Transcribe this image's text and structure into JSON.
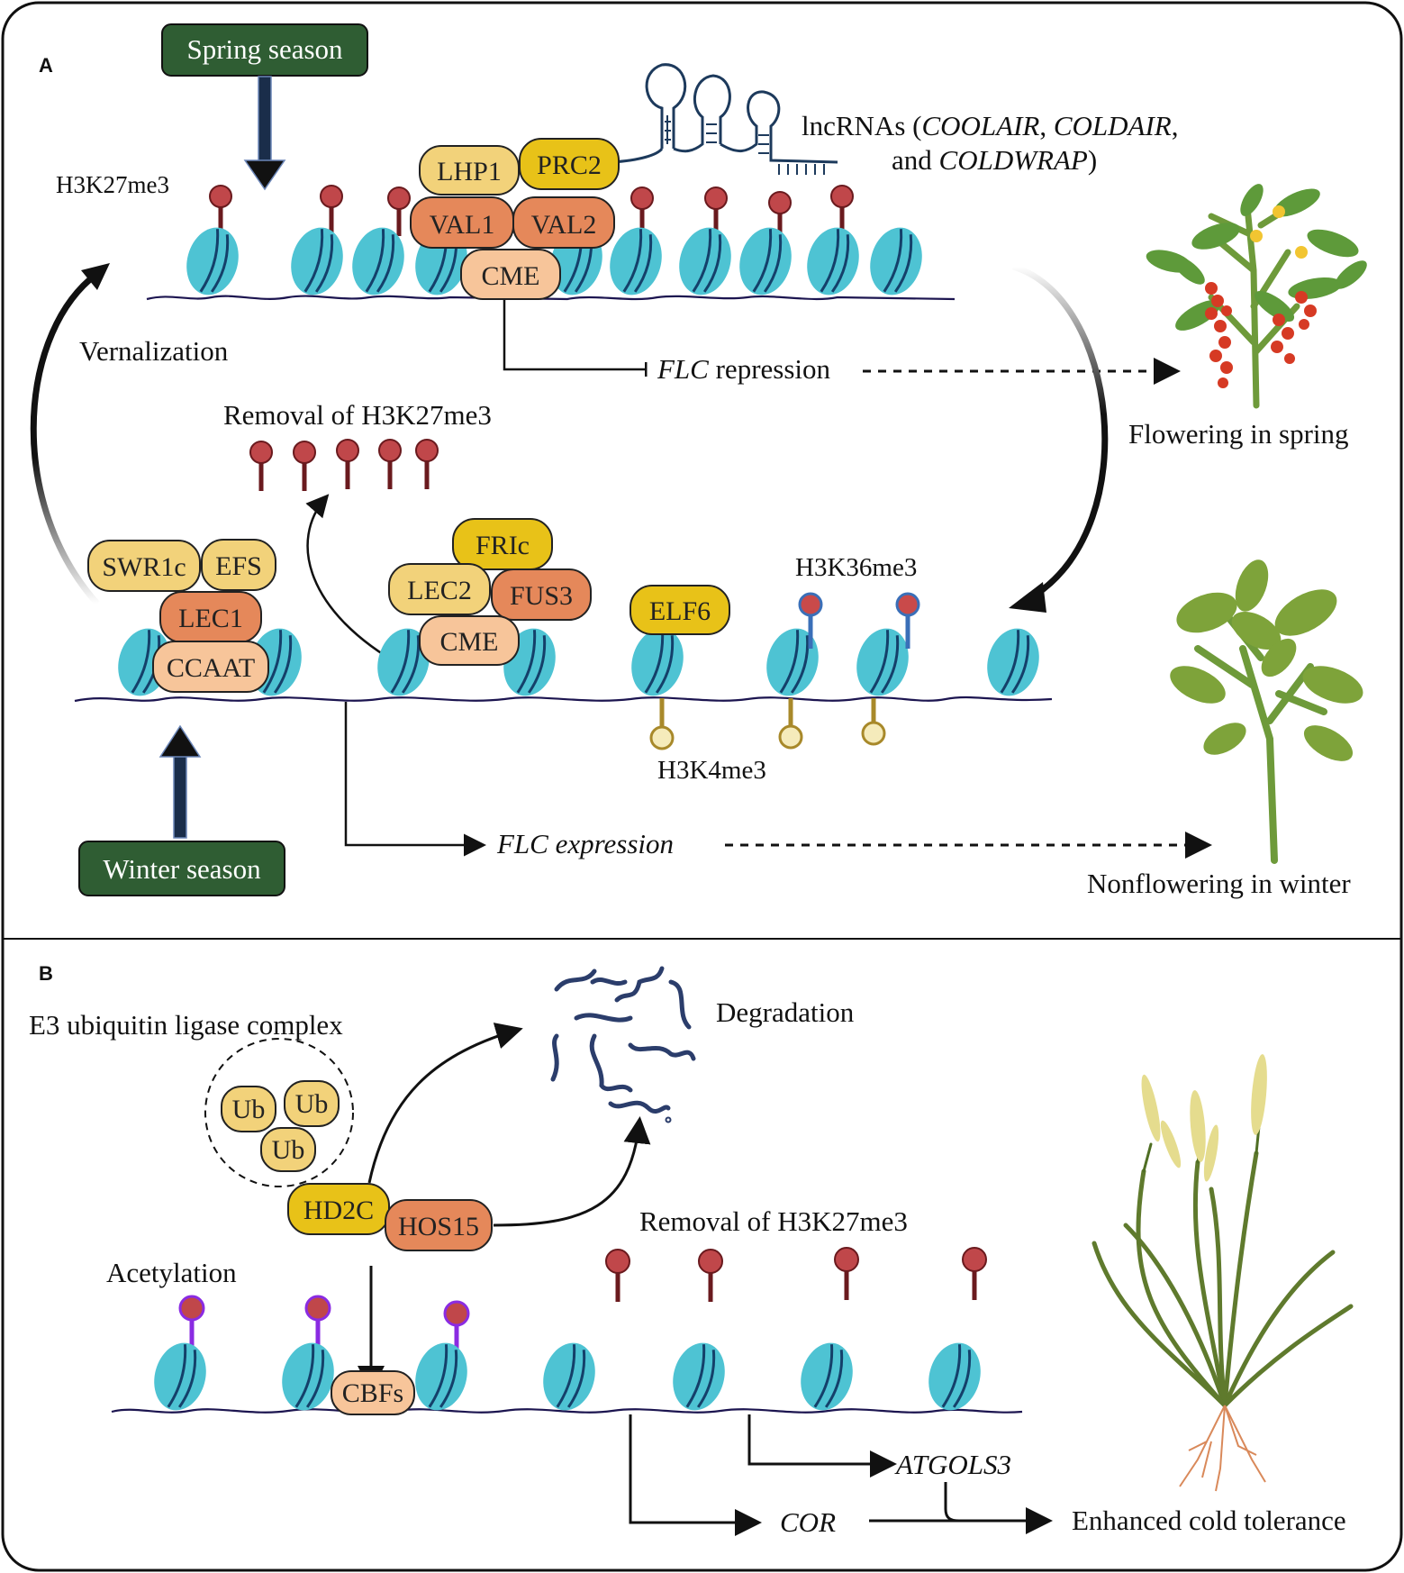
{
  "panels": {
    "a": "A",
    "b": "B"
  },
  "colors": {
    "nucleosome": "#4ec3d3",
    "nucleosome_stripe": "#14406a",
    "dna": "#1c1550",
    "h3k27me3": "#c0474a",
    "h3k27me3_stem": "#6a1a1e",
    "h3k36me3": "#c94a4a",
    "h3k36me3_stem": "#3a6fb8",
    "h3k4me3": "#f5ebbb",
    "h3k4me3_stem": "#a8892a",
    "acetyl": "#c0474a",
    "acetyl_stem": "#8a2be2",
    "season_box": "#2f5d33",
    "yellow": "#e8c218",
    "light_yellow": "#f2d27a",
    "orange": "#e5885a",
    "peach": "#f7c59a",
    "rna": "#1d3a5c",
    "degraded": "#2b3d6b"
  },
  "icons": [
    "flowering-tomato-plant-icon",
    "nonflowering-tomato-plant-icon",
    "wheat-plant-icon"
  ],
  "panel_a": {
    "spring_season": "Spring season",
    "winter_season": "Winter season",
    "h3k27me3": "H3K27me3",
    "lncrna_line1_prefix": "lncRNAs (",
    "lncrna_coolair": "COOLAIR",
    "lncrna_sep1": ", ",
    "lncrna_coldair": "COLDAIR",
    "lncrna_sep2": ",",
    "lncrna_line2_prefix": "and ",
    "lncrna_coldwrap": "COLDWRAP",
    "lncrna_line2_suffix": ")",
    "vernalization": "Vernalization",
    "flc_repression_gene": "FLC",
    "flc_repression_word": " repression",
    "removal_h3k27me3": "Removal of H3K27me3",
    "flowering_spring": "Flowering in spring",
    "h3k36me3": "H3K36me3",
    "h3k4me3": "H3K4me3",
    "flc_expression": "FLC expression",
    "nonflowering_winter": "Nonflowering in winter",
    "proteins": {
      "lhp1": "LHP1",
      "prc2": "PRC2",
      "val1": "VAL1",
      "val2": "VAL2",
      "cme_top": "CME",
      "swr1c": "SWR1c",
      "efs": "EFS",
      "lec1": "LEC1",
      "ccaat": "CCAAT",
      "fric": "FRIc",
      "lec2": "LEC2",
      "fus3": "FUS3",
      "cme_bottom": "CME",
      "elf6": "ELF6"
    }
  },
  "panel_b": {
    "e3_complex": "E3 ubiquitin ligase complex",
    "ub1": "Ub",
    "ub2": "Ub",
    "ub3": "Ub",
    "degradation": "Degradation",
    "hd2c": "HD2C",
    "hos15": "HOS15",
    "removal_h3k27me3": "Removal of H3K27me3",
    "acetylation": "Acetylation",
    "cbfs": "CBFs",
    "atgols3": "ATGOLS3",
    "cor": "COR",
    "enhanced_cold": "Enhanced cold tolerance"
  }
}
